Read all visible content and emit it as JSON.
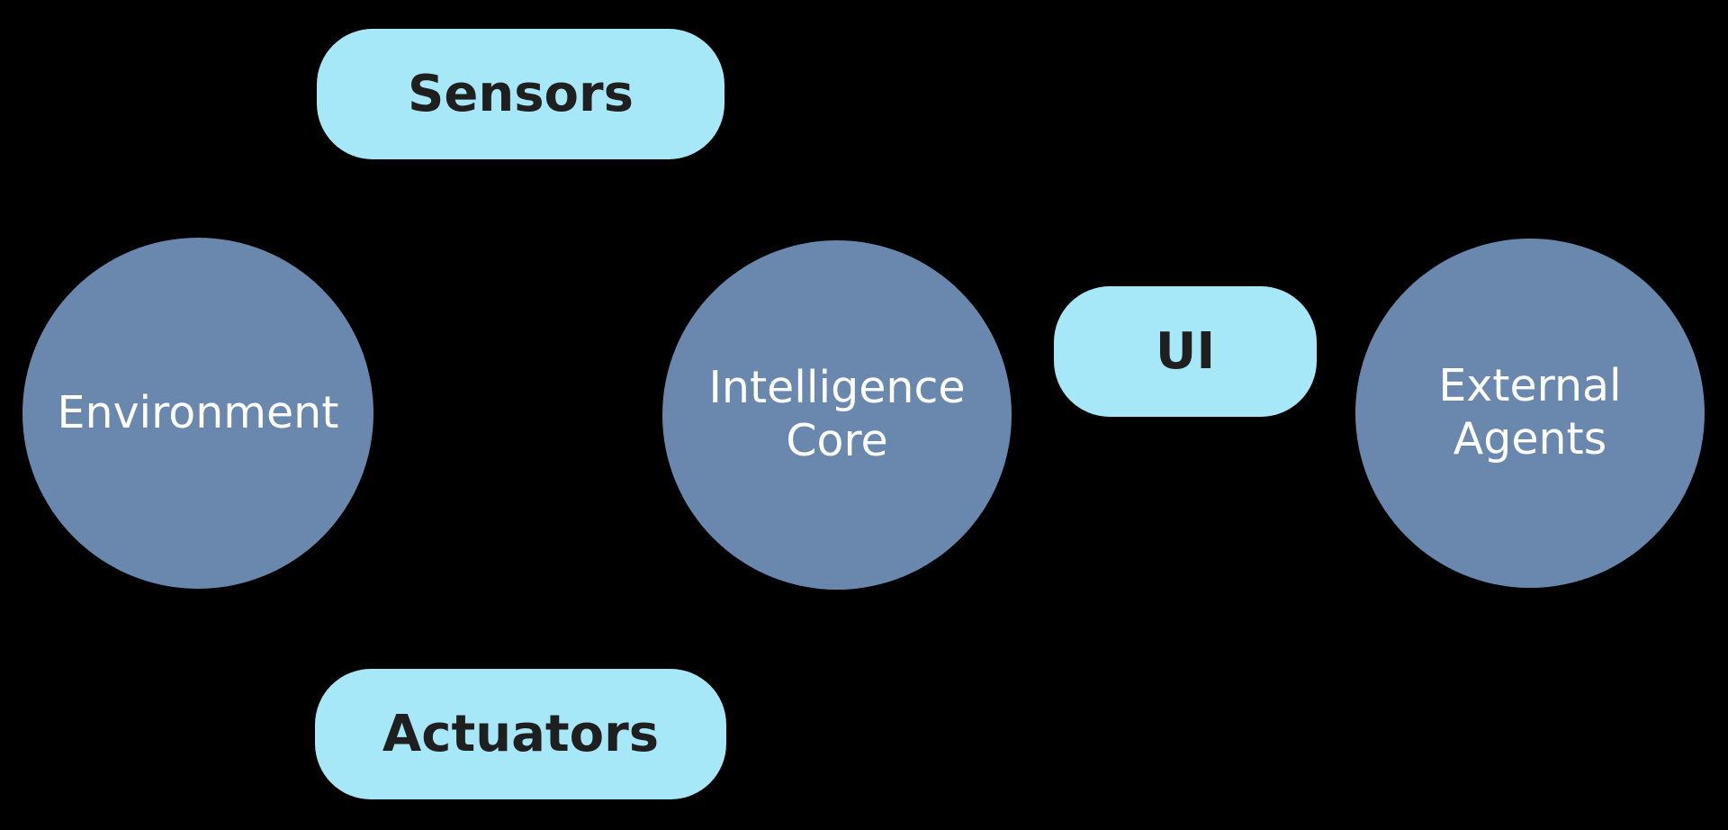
{
  "colors": {
    "background": "#000000",
    "node_fill": "#6a88ae",
    "node_text": "#ffffff",
    "pill_fill": "#a7e8f8",
    "pill_text": "#1f1f1f"
  },
  "nodes": {
    "environment": {
      "label": "Environment"
    },
    "intelligence_core": {
      "label": "Intelligence Core"
    },
    "external_agents": {
      "label": "External Agents"
    }
  },
  "pills": {
    "sensors": {
      "label": "Sensors"
    },
    "ui": {
      "label": "UI"
    },
    "actuators": {
      "label": "Actuators"
    }
  }
}
